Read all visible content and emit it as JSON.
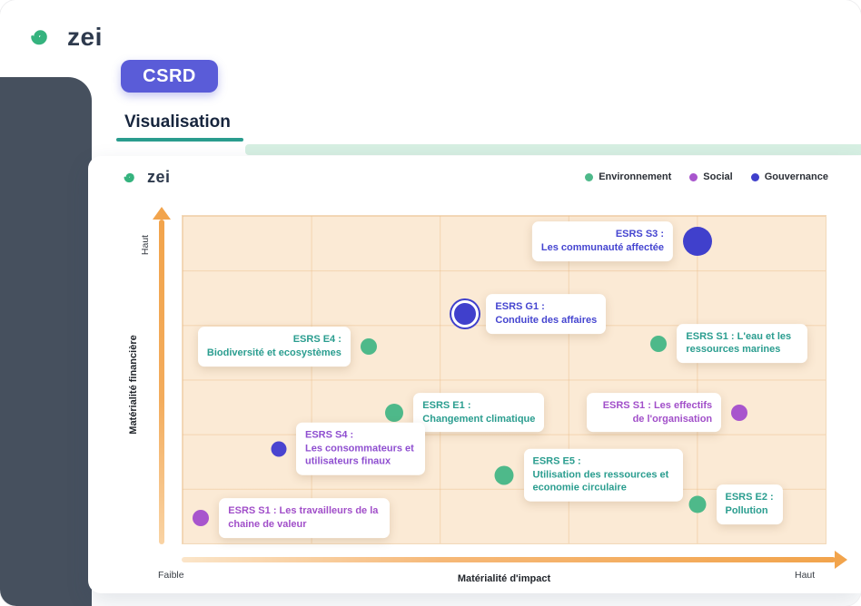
{
  "brand": {
    "name": "zei",
    "logo_icon": "spiral-icon",
    "green": "#35b37e"
  },
  "nav": {
    "csrd_label": "CSRD",
    "page_tab": "Visualisation"
  },
  "colors": {
    "csrd_pill": "#5a5cd8",
    "tab_underline": "#2a9c8e",
    "top_accent_strip": "#d6efe2",
    "sidebar": "#46505e",
    "plot_background": "#fbead5",
    "axis_arrow": "#f2a44c",
    "environnement": "#4eb98a",
    "social": "#a855cd",
    "gouvernance": "#4040cc"
  },
  "legend": [
    {
      "label": "Environnement",
      "color": "#4eb98a"
    },
    {
      "label": "Social",
      "color": "#a855cd"
    },
    {
      "label": "Gouvernance",
      "color": "#4040cc"
    }
  ],
  "chart_data": {
    "type": "scatter",
    "title": "",
    "x_axis": {
      "label": "Matérialité d'impact",
      "min_label": "Faible",
      "max_label": "Haut",
      "range": [
        0,
        100
      ]
    },
    "y_axis": {
      "label": "Matérialité financière",
      "max_label": "Haut",
      "range": [
        0,
        100
      ]
    },
    "grid": {
      "columns": 5,
      "rows": 6
    },
    "legend_position": "top-right",
    "points": [
      {
        "id": "esrs-s3",
        "title": "ESRS S3 :",
        "text": "Les communauté affectée",
        "category": "Gouvernance",
        "x": 80,
        "y": 92,
        "size": 32,
        "side": "left",
        "ring": false,
        "title_block": true,
        "label_width": 165,
        "dot_color": "#4040cc",
        "text_color": "#4545d0"
      },
      {
        "id": "esrs-g1",
        "title": "ESRS G1 :",
        "text": "Conduite des affaires",
        "category": "Gouvernance",
        "x": 44,
        "y": 70,
        "size": 24,
        "side": "right",
        "ring": true,
        "title_block": true,
        "label_width": 150,
        "dot_color": "#4040cc",
        "text_color": "#4545d0"
      },
      {
        "id": "esrs-e4",
        "title": "ESRS E4 :",
        "text": "Biodiversité et ecosystèmes",
        "category": "Environnement",
        "x": 29,
        "y": 60,
        "size": 18,
        "side": "left",
        "ring": false,
        "title_block": true,
        "label_width": 185,
        "dot_color": "#4eb98a",
        "text_color": "#2a9d8f"
      },
      {
        "id": "esrs-s1-eau",
        "title": "ESRS S1 :",
        "text": "L'eau et les ressources marines",
        "category": "Environnement",
        "x": 74,
        "y": 61,
        "size": 18,
        "side": "right",
        "ring": false,
        "title_block": false,
        "label_width": 144,
        "dot_color": "#4eb98a",
        "text_color": "#2a9d8f"
      },
      {
        "id": "esrs-e1",
        "title": "ESRS E1 :",
        "text": "Changement climatique",
        "category": "Environnement",
        "x": 33,
        "y": 40,
        "size": 20,
        "side": "right",
        "ring": false,
        "title_block": true,
        "label_width": 160,
        "dot_color": "#4eb98a",
        "text_color": "#2a9d8f"
      },
      {
        "id": "esrs-s1-effectifs",
        "title": "ESRS S1 :",
        "text": "Les effectifs de l'organisation",
        "category": "Social",
        "x": 86.5,
        "y": 40,
        "size": 18,
        "side": "left",
        "ring": false,
        "title_block": false,
        "label_width": 148,
        "dot_color": "#a855cd",
        "text_color": "#a14fc9"
      },
      {
        "id": "esrs-s4",
        "title": "ESRS S4 :",
        "text": "Les consommateurs et utilisateurs finaux",
        "category": "Social",
        "x": 15,
        "y": 29,
        "size": 17,
        "side": "right",
        "ring": false,
        "title_block": true,
        "label_width": 142,
        "dot_color": "#4a44d0",
        "text_color": "#8f4fd0"
      },
      {
        "id": "esrs-e5",
        "title": "ESRS E5 :",
        "text": "Utilisation des ressources et economie circulaire",
        "category": "Environnement",
        "x": 50,
        "y": 21,
        "size": 21,
        "side": "right",
        "ring": false,
        "title_block": true,
        "label_width": 175,
        "dot_color": "#4eb98a",
        "text_color": "#2a9d8f"
      },
      {
        "id": "esrs-s1-travailleurs",
        "title": "ESRS S1 :",
        "text": "Les travailleurs de la chaine de valeur",
        "category": "Social",
        "x": 3,
        "y": 8,
        "size": 18,
        "side": "right",
        "ring": false,
        "title_block": false,
        "label_width": 188,
        "dot_color": "#a855cd",
        "text_color": "#a14fc9"
      },
      {
        "id": "esrs-e2",
        "title": "ESRS E2 :",
        "text": "Pollution",
        "category": "Environnement",
        "x": 80,
        "y": 12,
        "size": 19,
        "side": "right",
        "ring": false,
        "title_block": true,
        "label_width": 110,
        "dot_color": "#4eb98a",
        "text_color": "#2a9d8f"
      }
    ]
  }
}
